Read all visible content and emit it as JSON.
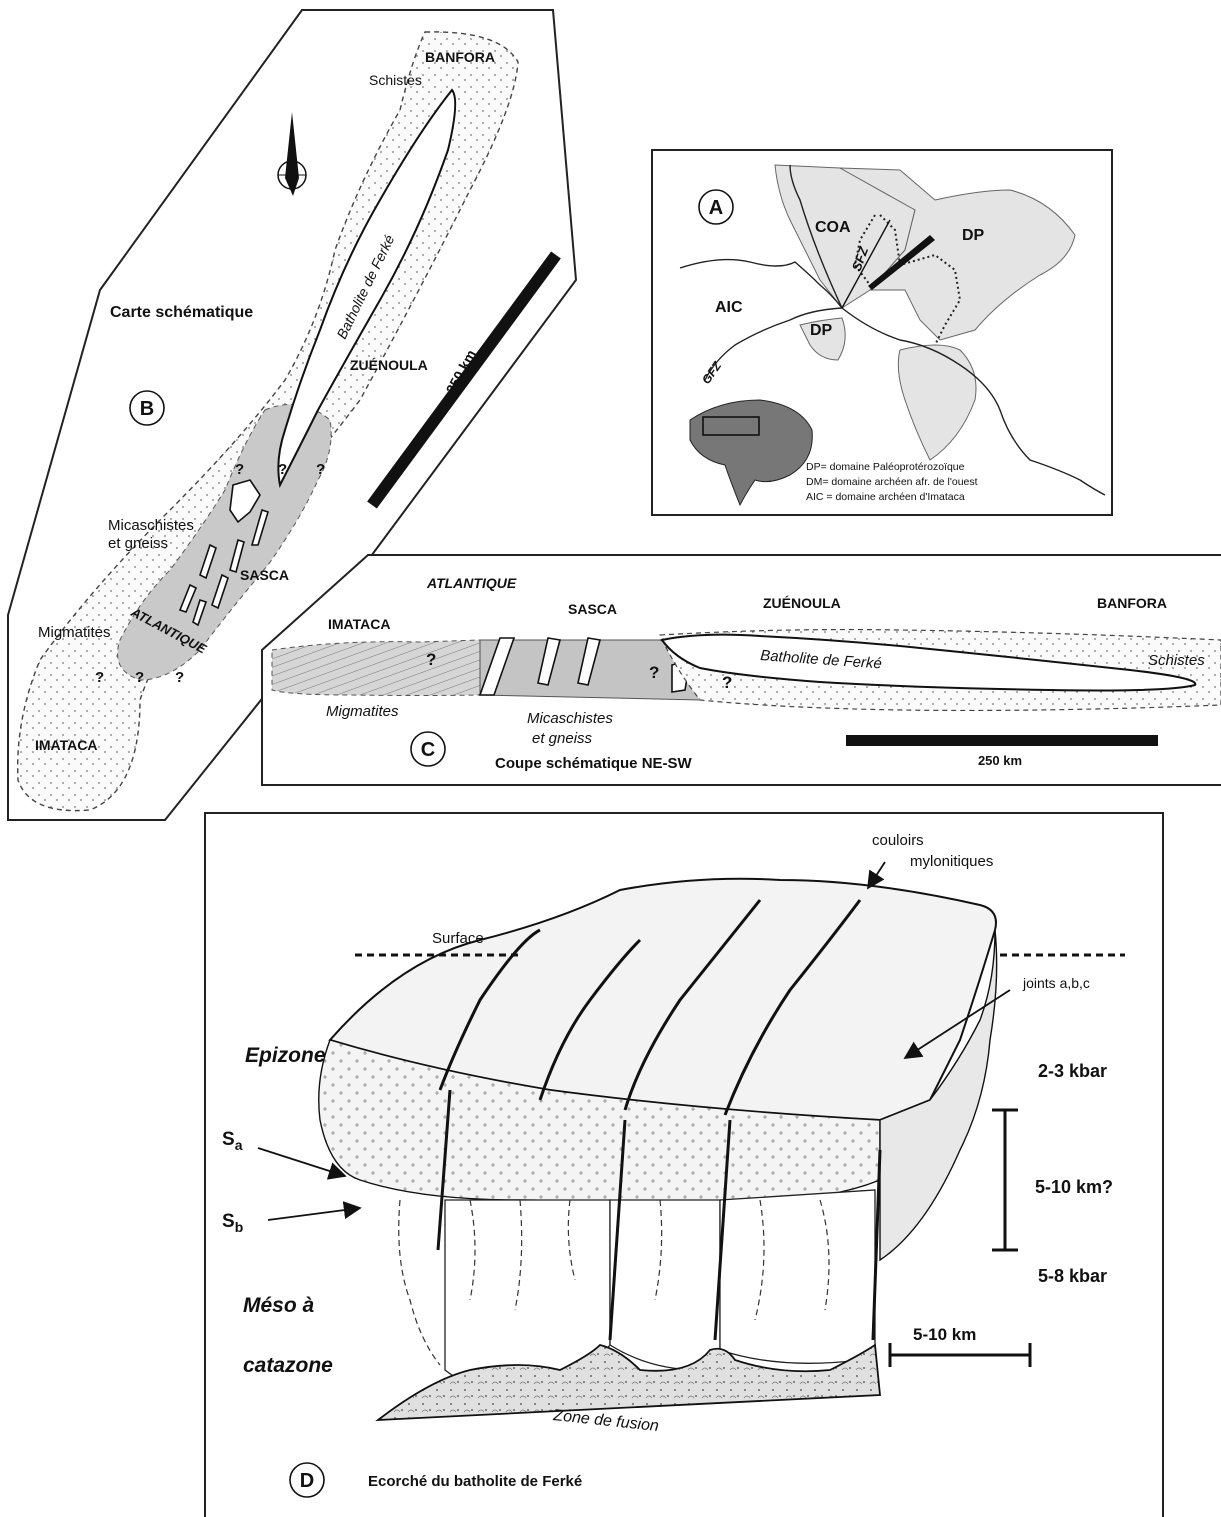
{
  "panel_b": {
    "letter": "B",
    "title": "Carte schématique",
    "labels": {
      "banfora": "BANFORA",
      "schistes": "Schistes",
      "batholite": "Batholite de Ferké",
      "zuenoula": "ZUÉNOULA",
      "micaschistes_line1": "Micaschistes",
      "micaschistes_line2": "et gneiss",
      "sasca": "SASCA",
      "atlantique": "ATLANTIQUE",
      "migmatites": "Migmatites",
      "imataca": "IMATACA",
      "question": "?"
    },
    "scale_label": "250 km"
  },
  "panel_a": {
    "letter": "A",
    "labels": {
      "coa": "COA",
      "dp_top": "DP",
      "sfz": "SFZ",
      "aic": "AIC",
      "dp_mid": "DP",
      "gfz": "GFZ"
    },
    "legend": [
      "DP= domaine Paléoprotérozoïque",
      "DM= domaine archéen afr. de l'ouest",
      "AIC = domaine archéen d'Imataca"
    ]
  },
  "panel_c": {
    "letter": "C",
    "title": "Coupe schématique NE-SW",
    "labels": {
      "atlantique": "ATLANTIQUE",
      "imataca": "IMATACA",
      "sasca": "SASCA",
      "zuenoula": "ZUÉNOULA",
      "banfora": "BANFORA",
      "batholite": "Batholite de Ferké",
      "schistes": "Schistes",
      "migmatites": "Migmatites",
      "micaschistes_line1": "Micaschistes",
      "micaschistes_line2": "et gneiss",
      "question": "?"
    },
    "scale_label": "250 km"
  },
  "panel_d": {
    "letter": "D",
    "title": "Ecorché du batholite de Ferké",
    "labels": {
      "couloirs_line1": "couloirs",
      "couloirs_line2": "mylonitiques",
      "surface": "Surface",
      "joints": "joints a,b,c",
      "epizone": "Epizone",
      "sa_main": "S",
      "sa_sub": "a",
      "sb_main": "S",
      "sb_sub": "b",
      "meso_line1": "Méso à",
      "meso_line2": "catazone",
      "zone_fusion": "Zone de fusion",
      "pressure_top": "2-3 kbar",
      "depth": "5-10 km?",
      "pressure_bottom": "5-8 kbar",
      "scale": "5-10 km"
    }
  }
}
